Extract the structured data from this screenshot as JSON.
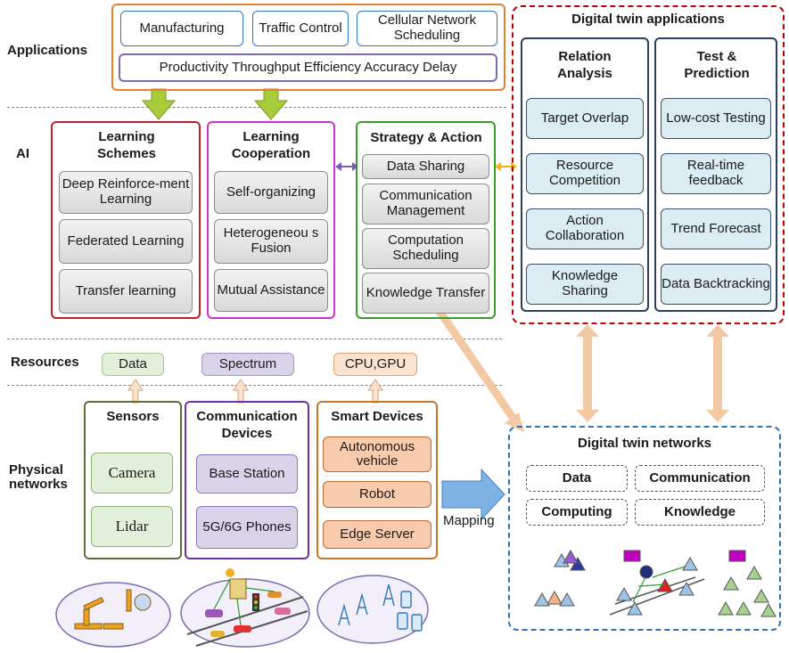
{
  "side_labels": {
    "applications": "Applications",
    "ai": "AI",
    "resources": "Resources",
    "physical": "Physical networks"
  },
  "applications": {
    "items": [
      "Manufacturing",
      "Traffic Control",
      "Cellular Network Scheduling"
    ],
    "metrics": "Productivity Throughput Efficiency Accuracy Delay"
  },
  "learning_schemes": {
    "title": "Learning Schemes",
    "items": [
      "Deep Reinforce-ment Learning",
      "Federated Learning",
      "Transfer learning"
    ]
  },
  "learning_cooperation": {
    "title": "Learning Cooperation",
    "items": [
      "Self-organizing",
      "Heterogeneou s Fusion",
      "Mutual Assistance"
    ]
  },
  "strategy_action": {
    "title": "Strategy & Action",
    "items": [
      "Data Sharing",
      "Communication Management",
      "Computation Scheduling",
      "Knowledge Transfer"
    ]
  },
  "digital_twin_applications": {
    "title": "Digital twin applications",
    "relation": {
      "title": "Relation Analysis",
      "items": [
        "Target Overlap",
        "Resource Competition",
        "Action Collaboration",
        "Knowledge Sharing"
      ]
    },
    "test": {
      "title": "Test & Prediction",
      "items": [
        "Low-cost Testing",
        "Real-time feedback",
        "Trend Forecast",
        "Data Backtracking"
      ]
    }
  },
  "resources": [
    "Data",
    "Spectrum",
    "CPU,GPU"
  ],
  "sensors": {
    "title": "Sensors",
    "items": [
      "Camera",
      "Lidar"
    ]
  },
  "comm_devices": {
    "title": "Communication Devices",
    "items": [
      "Base Station",
      "5G/6G Phones"
    ]
  },
  "smart_devices": {
    "title": "Smart Devices",
    "items": [
      "Autonomous vehicle",
      "Robot",
      "Edge Server"
    ]
  },
  "mapping_label": "Mapping",
  "digital_twin_networks": {
    "title": "Digital twin networks",
    "items": [
      "Data",
      "Communication",
      "Computing",
      "Knowledge"
    ]
  },
  "colors": {
    "applications_border": "#e0822f",
    "schemes_border": "#c0202a",
    "cooperation_border": "#cc33cc",
    "strategy_border": "#3a9a2a",
    "dt_apps_border": "#c00000",
    "dt_net_border": "#2e75b6",
    "arrow_orange": "#f3c9a4",
    "arrow_green": "#a8cc3a",
    "mapping_arrow": "#5b9bd5"
  }
}
